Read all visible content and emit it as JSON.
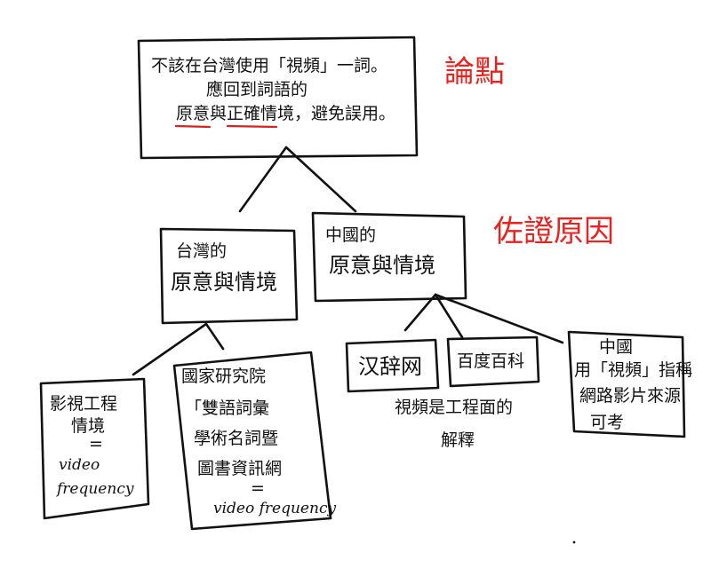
{
  "labels": {
    "argument": "論點",
    "reasons": "佐證原因"
  },
  "top_box": {
    "line1": "不該在台灣使用「視頻」一詞。",
    "line2": "應回到詞語的",
    "line3_part1": "原意",
    "line3_part2": "與",
    "line3_part3": "正確情境",
    "line3_part4": "，避免誤用。"
  },
  "taiwan_box": {
    "line1": "台灣的",
    "line2": "原意與情境"
  },
  "china_box": {
    "line1": "中國的",
    "line2": "原意與情境"
  },
  "film_box": {
    "line1": "影視工程",
    "line2": "情境",
    "line3": "=",
    "line4": "video",
    "line5": "frequency"
  },
  "nlp_box": {
    "line1": "國家研究院",
    "line2": "「雙語詞彙",
    "line3": "學術名詞暨",
    "line4": "圖書資訊網",
    "line5": "=",
    "line6": "video frequency"
  },
  "hanci_box": {
    "label": "汉辞网"
  },
  "baidu_box": {
    "label": "百度百科"
  },
  "china_usage_box": {
    "line1": "中國",
    "line2": "用「視頻」指稱",
    "line3": "網路影片來源",
    "line4": "可考"
  },
  "engineering_note": {
    "line1": "視頻是工程面的",
    "line2": "解釋"
  },
  "colors": {
    "ink": "#111111",
    "accent_red": "#e8231f"
  }
}
